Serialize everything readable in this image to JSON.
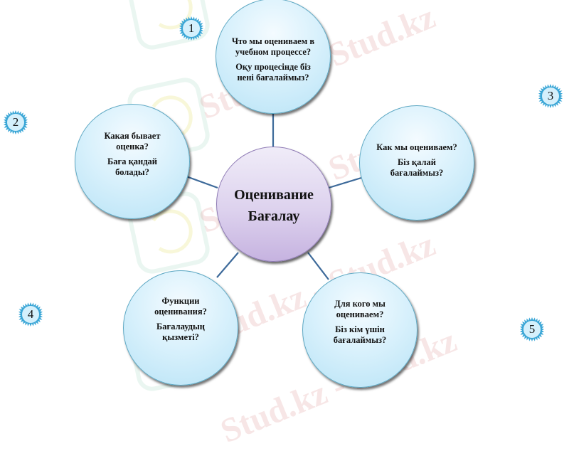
{
  "diagram": {
    "type": "hub-and-spoke",
    "center": {
      "line1": "Оценивание",
      "line2": "Бағалау",
      "fill": "#ddd2ee",
      "border": "#8f7bb5"
    },
    "nodes": [
      {
        "id": 1,
        "ru": "Что мы оцениваем в учебном процессе?",
        "kz": "Оқу процесінде біз нені бағалаймыз?",
        "position": "top"
      },
      {
        "id": 2,
        "ru": "Какая бывает оценка?",
        "kz": "Баға қандай болады?",
        "position": "left"
      },
      {
        "id": 3,
        "ru": "Как мы оцениваем?",
        "kz": "Біз қалай бағалаймыз?",
        "position": "right"
      },
      {
        "id": 4,
        "ru": "Функции оценивания?",
        "kz": "Бағалаудың қызметі?",
        "position": "bottom-left"
      },
      {
        "id": 5,
        "ru": "Для кого мы оцениваем?",
        "kz": "Біз кім үшін бағалаймыз?",
        "position": "bottom-right"
      }
    ],
    "badges": [
      "1",
      "2",
      "3",
      "4",
      "5"
    ],
    "colors": {
      "node_fill": "#d9f1fc",
      "node_border": "#5fa9c4",
      "connector": "#3d6a9a",
      "badge_fill": "#cdeefb",
      "badge_ring": "#3aa6d6"
    },
    "watermark": "Stud.kz - Stud.kz"
  }
}
